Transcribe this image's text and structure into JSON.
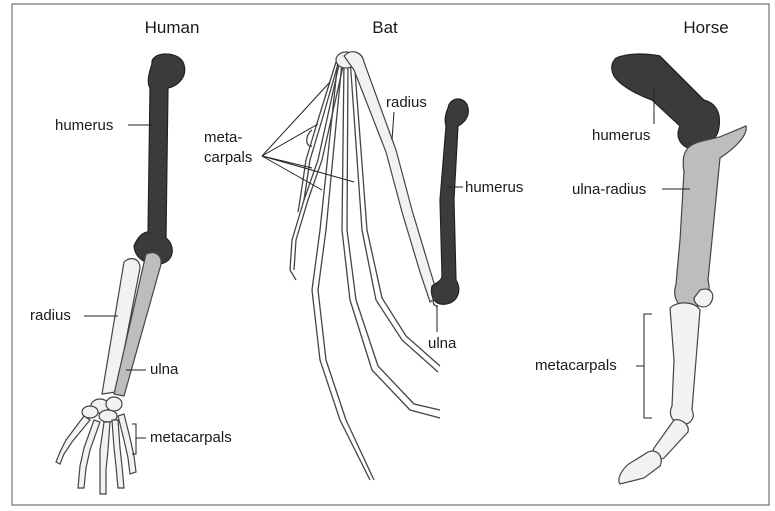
{
  "panels": {
    "human": {
      "title": "Human",
      "labels": {
        "humerus": "humerus",
        "radius": "radius",
        "ulna": "ulna",
        "metacarpals": "metacarpals"
      }
    },
    "bat": {
      "title": "Bat",
      "labels": {
        "metacarpals_line1": "meta-",
        "metacarpals_line2": "carpals",
        "radius": "radius",
        "humerus": "humerus",
        "ulna": "ulna"
      }
    },
    "horse": {
      "title": "Horse",
      "labels": {
        "humerus": "humerus",
        "ulna_radius": "ulna-radius",
        "metacarpals": "metacarpals"
      }
    }
  },
  "colors": {
    "bone_dark": "#3b3b3b",
    "bone_mid": "#bdbdbd",
    "bone_light": "#f2f2f2",
    "border": "#555555"
  }
}
